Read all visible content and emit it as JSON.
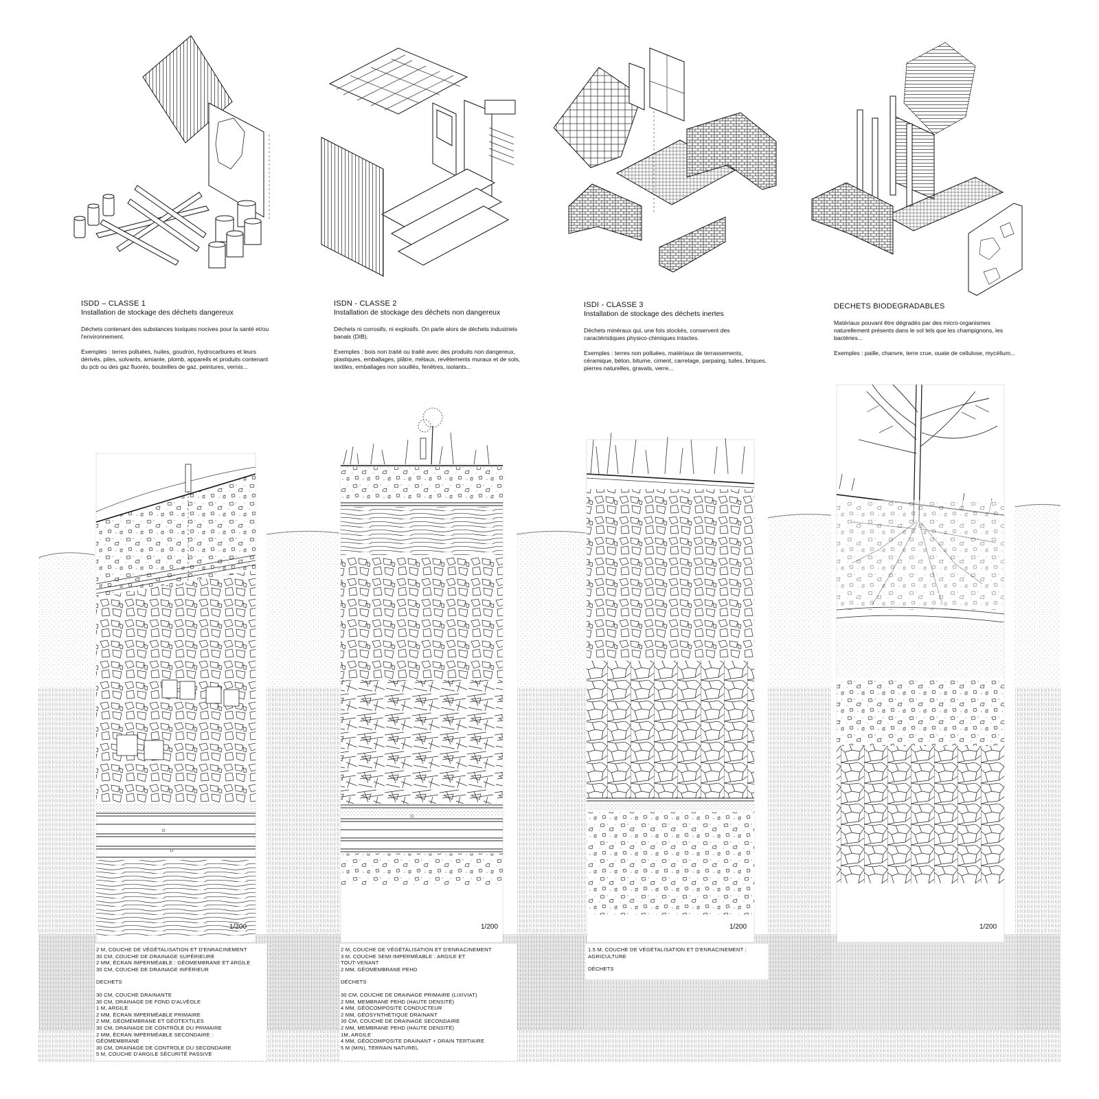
{
  "panels": [
    {
      "class_title": "ISDD – CLASSE 1",
      "subtitle": "Installation de stockage des déchets dangereux",
      "description": "Déchets contenant des substances toxiques nocives pour la santé et/ou l'environnement.",
      "examples": "Exemples : terres polluées, huiles, goudron, hydrocarbures et leurs dérivés, piles, solvants, amiante, plomb, appareils et produits contenant du pcb ou des gaz fluorés, bouteilles de gaz, peintures, vernis...",
      "scale": "1/200",
      "layers_top": [
        "2 m, couche de végétalisation et d'enracinement",
        "30 cm, couche de drainage supérieure",
        "2 mm, écran imperméable : géomembrane et argile",
        "30 cm, couche de drainage inférieur"
      ],
      "waste_label": "DECHETS",
      "layers_bottom": [
        "30 cm, couche drainante",
        "30 cm, drainage de fond d'alvéole",
        "1 m, argile",
        "2 mm, écran imperméable primaire",
        "2 mm, géomembrane et géotextiles",
        "30 cm, drainage de contrôle du primaire",
        "2 mm, écran imperméable secondaire :",
        "géomembrane",
        "30 cm, drainage de controle du secondaire",
        "5 m, couche d'argile sécurité passive"
      ],
      "icons": [
        "corrugated-sheet-icon",
        "asbestos-panel-icon",
        "pipes-icon",
        "spray-cans-icon",
        "barrels-icon"
      ]
    },
    {
      "class_title": "ISDN - CLASSE 2",
      "subtitle": "Installation de stockage des déchets non dangereux",
      "description": "Déchets ni corrosifs, ni explosifs. On parle alors de déchets industriels banals (DIB).",
      "examples": "Exemples : bois non traité ou traité avec des produits non dangereux, plastiques, emballages, plâtre, métaux, revêtements muraux et de sols, textiles, emballages non souillés, fenêtres, isolants...",
      "scale": "1/200",
      "layers_top": [
        "2 m, couche de végétalisation et d'enracinement",
        "3 m, couche semi-imperméable : argile et",
        "tout-venant",
        "2 mm, géomembrane PEHD"
      ],
      "waste_label": "DÉCHETS",
      "layers_bottom": [
        "30 cm, couche de drainage primaire (lixiviat)",
        "2 mm, membrane PEHD (haute densité)",
        "4 mm, géocomposite conducteur",
        "2 mm, géosynthétique drainant",
        "30 cm, couche de drainage secondaire",
        "2 mm, membrane PEHD (haute densité)",
        "1m, argile",
        "4 mm, géocomposite drainant + drain tertiaire",
        "5 m (min), terrain naturel"
      ],
      "icons": [
        "insulation-boards-icon",
        "window-frame-icon",
        "wood-cladding-icon",
        "floor-planks-icon"
      ]
    },
    {
      "class_title": "ISDI - CLASSE 3",
      "subtitle": "Installation de stockage des déchets inertes",
      "description": "Déchets minéraux qui, une fois stockés, conservent des caractéristiques physico-chimiques intactes.",
      "examples": "Exemples : terres non polluées, matériaux de terrassements, céramique, béton, bitume, ciment, carrelage, parpaing, tuiles, briques, pierres naturelles, gravats, verre...",
      "scale": "1/200",
      "layers_top": [
        "1.5 m, couche de végétalisation et d'enracinement :",
        "agriculture"
      ],
      "waste_label": "DÉCHETS",
      "layers_bottom": [],
      "icons": [
        "roof-tiles-icon",
        "glass-door-icon",
        "tile-floor-icon",
        "concrete-blocks-icon",
        "brick-wall-icon"
      ]
    },
    {
      "class_title": "DECHETS BIODEGRADABLES",
      "subtitle": "",
      "description": "Matériaux pouvant être dégradés par des micro-organismes naturellement présents dans le sol tels que les champignons, les bactéries...",
      "examples": "Exemples : paille, chanvre, terre crue, ouate de cellulose, mycélium...",
      "scale": "1/200",
      "layers_top": [],
      "waste_label": "",
      "layers_bottom": [],
      "icons": [
        "straw-bale-icon",
        "timber-frame-icon",
        "earth-brick-wall-icon",
        "mycelium-panel-icon"
      ]
    }
  ],
  "colors": {
    "ink": "#1a1a1a",
    "grey": "#9a9a9a",
    "stipple": "#b5b5b5"
  }
}
